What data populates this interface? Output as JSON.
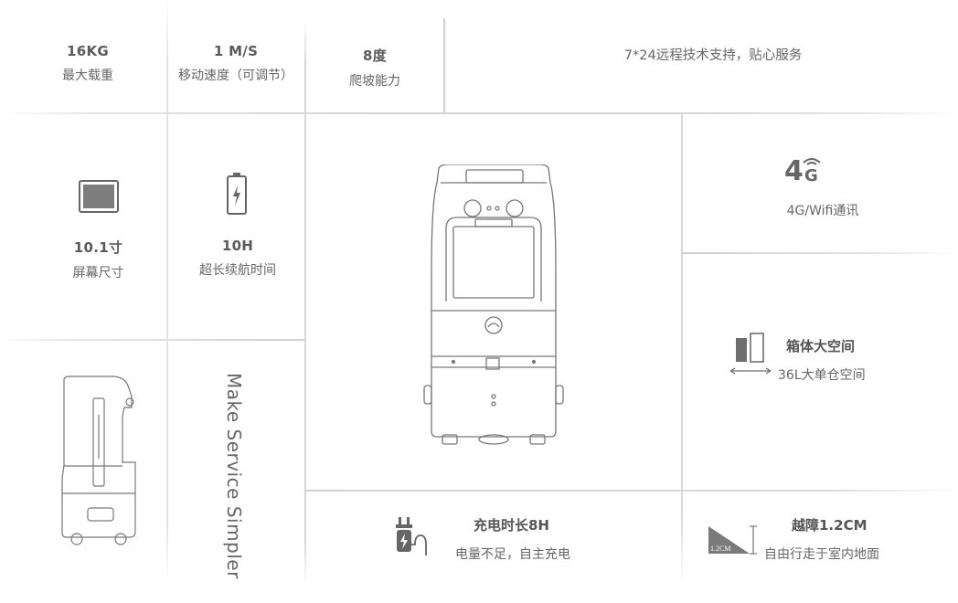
{
  "stats_top": [
    {
      "value": "16KG",
      "label": "最大载重"
    },
    {
      "value": "1 M/S",
      "label": "移动速度（可调节）"
    },
    {
      "value": "8度",
      "label": "爬坡能力"
    }
  ],
  "support_text": "7*24远程技术支持，贴心服务",
  "screen": {
    "value": "10.1寸",
    "label": "屏幕尺寸"
  },
  "battery": {
    "value": "10H",
    "label": "超长续航时间"
  },
  "network": {
    "value": "4G/Wifi通讯",
    "icon_glyph": "4",
    "icon_sub": "G"
  },
  "storage": {
    "title": "箱体大空间",
    "subtitle": "36L大单仓空间"
  },
  "slogan": "Make Service Simpler",
  "charge": {
    "title": "充电时长8H",
    "subtitle": "电量不足，自主充电"
  },
  "obstacle": {
    "title": "越障1.2CM",
    "subtitle": "自由行走于室内地面",
    "badge": "1.2CM"
  },
  "colors": {
    "line": "#d9d9d9",
    "text": "#555555",
    "icon": "#6e6e6e"
  }
}
